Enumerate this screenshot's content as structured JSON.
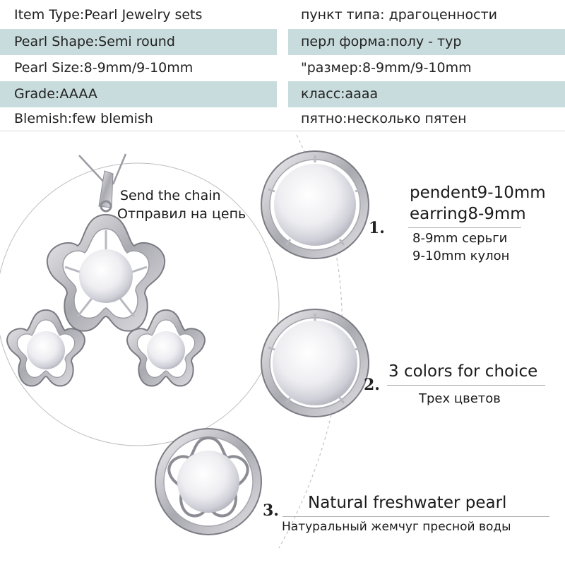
{
  "spec_table": {
    "rows": [
      {
        "left": "Item Type:Pearl Jewelry sets",
        "right": "пункт типа: драгоценности"
      },
      {
        "left": "Pearl Shape:Semi round",
        "right": "перл форма:полу - тур"
      },
      {
        "left": "Pearl Size:8-9mm/9-10mm",
        "right": "\"размер:8-9mm/9-10mm"
      },
      {
        "left": "Grade:AAAA",
        "right": "класс:аааа"
      },
      {
        "left": "Blemish:few blemish",
        "right": "пятно:несколько пятен"
      }
    ],
    "shade_color": "#c9dcdd"
  },
  "set_photo": {
    "chain_note_en": "Send the chain",
    "chain_note_ru": "Отправил на цепь"
  },
  "features": [
    {
      "number": "1.",
      "title": "pendent9-10mm",
      "title2": "earring8-9mm",
      "sub1": "8-9mm серьги",
      "sub2": "9-10mm кулон"
    },
    {
      "number": "2.",
      "title": "3 colors for choice",
      "sub1": "Трех цветов"
    },
    {
      "number": "3.",
      "title": "Natural freshwater pearl",
      "sub1": "Натуральный жемчуг пресной воды"
    }
  ]
}
